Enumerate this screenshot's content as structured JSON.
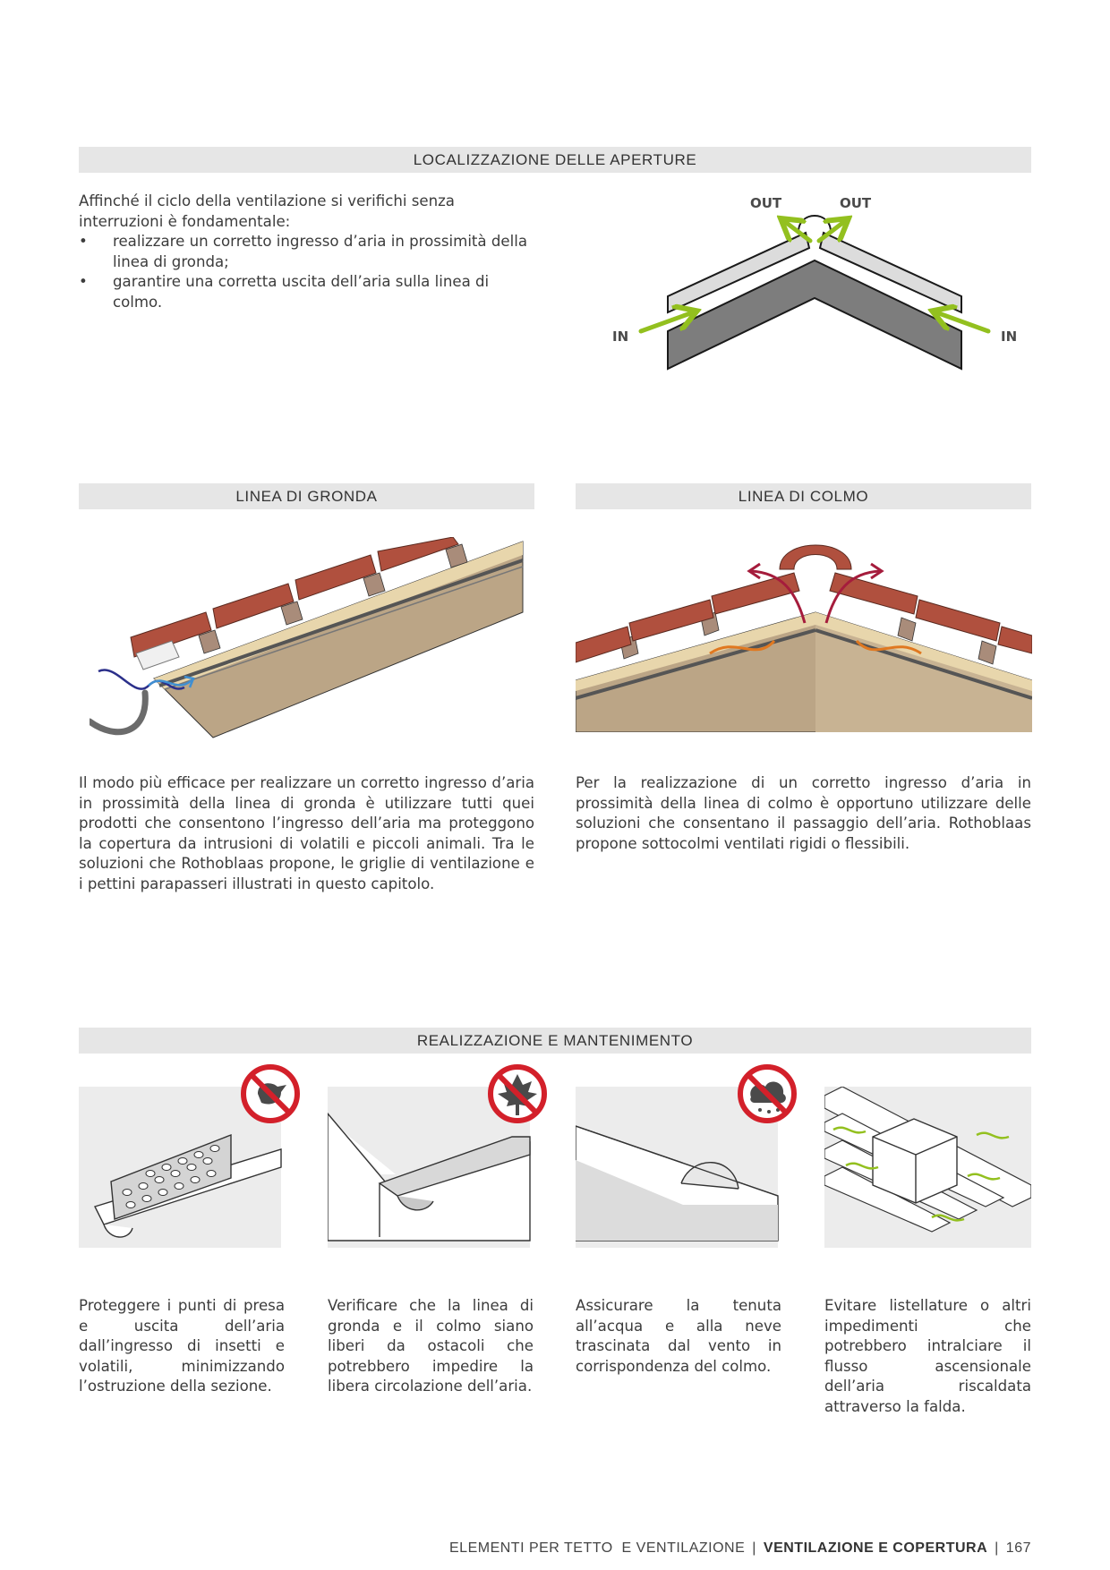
{
  "sections": {
    "openings": {
      "title": "LOCALIZZAZIONE DELLE APERTURE",
      "intro": "Affinché il ciclo della ventilazione si verifichi senza interruzioni è fondamentale:",
      "bullets": [
        "realizzare un corretto ingresso d’aria in prossimità della linea di gronda;",
        "garantire una corretta uscita dell’aria sulla linea di colmo."
      ],
      "diagram_labels": {
        "out_left": "OUT",
        "out_right": "OUT",
        "in_left": "IN",
        "in_right": "IN"
      }
    },
    "gronda": {
      "title": "LINEA DI GRONDA",
      "text": "Il modo più efficace per realizzare un corretto ingresso d’aria in prossimità della linea di gronda è utilizzare tutti quei prodotti che consentono l’ingresso dell’aria ma proteggono la copertura da intrusioni di volatili e piccoli animali. Tra le soluzioni che Rothoblaas propone, le griglie di ventilazione e i pettini parapasseri illustrati in questo capitolo."
    },
    "colmo": {
      "title": "LINEA DI COLMO",
      "text": "Per la realizzazione di un corretto ingresso d’aria in prossimità della linea di colmo è opportuno utilizzare delle soluzioni che consentano il passaggio dell’aria. Rothoblaas propone sottocolmi ventilati rigidi o flessibili."
    },
    "maintenance": {
      "title": "REALIZZAZIONE E MANTENIMENTO",
      "items": [
        {
          "icon": "no-bird-icon",
          "text": "Proteggere i punti di presa e uscita dell’aria dall’ingresso di insetti e volatili, minimizzando l’ostruzione della sezione."
        },
        {
          "icon": "no-leaf-icon",
          "text": "Verificare che la linea di gronda e il colmo siano liberi da ostacoli che potrebbero impedire la libera circolazione dell’aria."
        },
        {
          "icon": "no-snow-icon",
          "text": "Assicurare la tenuta all’acqua e alla neve trascinata dal vento in corrispondenza del colmo."
        },
        {
          "icon": "airflow-icon",
          "text": "Evitare listellature o altri impedimenti che potrebbero intralciare il flusso ascensionale dell’aria riscaldata attraverso la falda."
        }
      ]
    }
  },
  "footer": {
    "category": "ELEMENTI PER TETTO  E VENTILAZIONE",
    "chapter": "VENTILAZIONE E COPERTURA",
    "page": "167"
  },
  "colors": {
    "tile": "#b0503e",
    "wood": "#bba586",
    "arrow_green": "#93c01f",
    "arrow_red": "#a51c3c",
    "prohibit_red": "#d3202a"
  }
}
